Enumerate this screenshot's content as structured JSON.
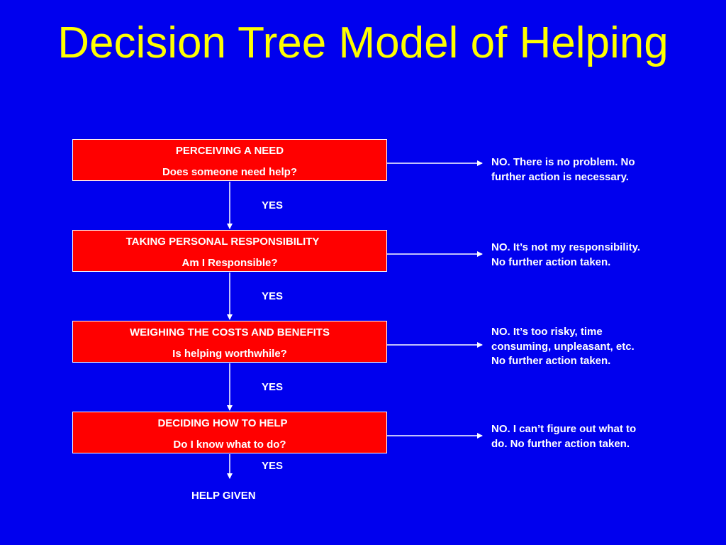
{
  "title": "Decision Tree Model of Helping",
  "steps": [
    {
      "stage": "PERCEIVING A NEED",
      "question": "Does someone need help?",
      "no_outcome": "NO. There is no problem. No further action is necessary.",
      "yes_label": "YES"
    },
    {
      "stage": "TAKING PERSONAL RESPONSIBILITY",
      "question": "Am I Responsible?",
      "no_outcome": "NO. It’s not my responsibility. No further action taken.",
      "yes_label": "YES"
    },
    {
      "stage": "WEIGHING THE COSTS AND BENEFITS",
      "question": "Is helping worthwhile?",
      "no_outcome": "NO. It’s too risky, time consuming, unpleasant, etc. No further action taken.",
      "yes_label": "YES"
    },
    {
      "stage": "DECIDING HOW TO HELP",
      "question": "Do I know what to do?",
      "no_outcome": "NO. I can’t figure out what to do. No further action taken.",
      "yes_label": "YES"
    }
  ],
  "final_outcome": "HELP GIVEN",
  "colors": {
    "background": "#0000ee",
    "title": "#ffff00",
    "box_fill": "#ff0000",
    "text": "#ffffff",
    "lines": "#ffffff"
  }
}
